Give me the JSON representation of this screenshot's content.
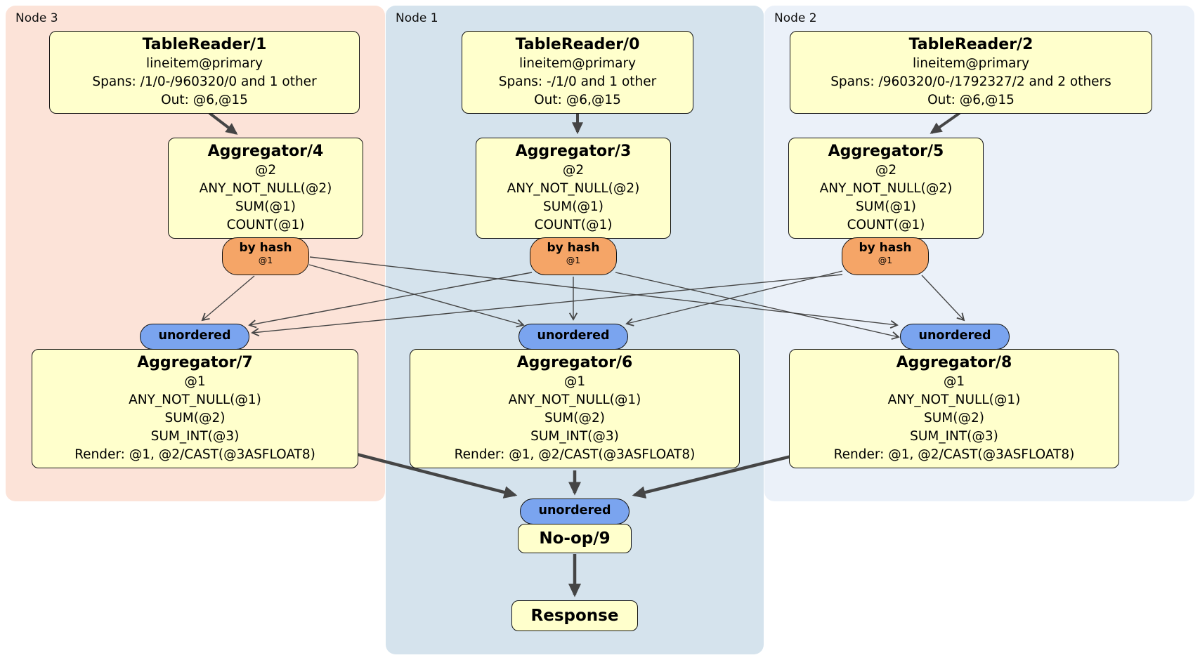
{
  "colors": {
    "node3_bg": "#fce3d8",
    "node1_bg": "#d5e3ed",
    "node2_bg": "#ebf1f9",
    "processor_fill": "#ffffcc",
    "router_fill": "#f5a567",
    "stream_fill": "#7aa4ef",
    "edge_color": "#454545"
  },
  "regions": [
    {
      "label": "Node 3"
    },
    {
      "label": "Node 1"
    },
    {
      "label": "Node 2"
    }
  ],
  "node3": {
    "table_reader": {
      "title": "TableReader/1",
      "index": "lineitem@primary",
      "spans": "Spans: /1/0-/960320/0 and 1 other",
      "out": "Out: @6,@15"
    },
    "aggregator_top": {
      "title": "Aggregator/4",
      "lines": [
        "@2",
        "ANY_NOT_NULL(@2)",
        "SUM(@1)",
        "COUNT(@1)"
      ]
    },
    "router": {
      "label": "by hash",
      "key": "@1"
    },
    "stream": {
      "label": "unordered"
    },
    "aggregator_bottom": {
      "title": "Aggregator/7",
      "lines": [
        "@1",
        "ANY_NOT_NULL(@1)",
        "SUM(@2)",
        "SUM_INT(@3)",
        "Render: @1, @2/CAST(@3ASFLOAT8)"
      ]
    }
  },
  "node1": {
    "table_reader": {
      "title": "TableReader/0",
      "index": "lineitem@primary",
      "spans": "Spans: -/1/0 and 1 other",
      "out": "Out: @6,@15"
    },
    "aggregator_top": {
      "title": "Aggregator/3",
      "lines": [
        "@2",
        "ANY_NOT_NULL(@2)",
        "SUM(@1)",
        "COUNT(@1)"
      ]
    },
    "router": {
      "label": "by hash",
      "key": "@1"
    },
    "stream": {
      "label": "unordered"
    },
    "aggregator_bottom": {
      "title": "Aggregator/6",
      "lines": [
        "@1",
        "ANY_NOT_NULL(@1)",
        "SUM(@2)",
        "SUM_INT(@3)",
        "Render: @1, @2/CAST(@3ASFLOAT8)"
      ]
    }
  },
  "node2": {
    "table_reader": {
      "title": "TableReader/2",
      "index": "lineitem@primary",
      "spans": "Spans: /960320/0-/1792327/2 and 2 others",
      "out": "Out: @6,@15"
    },
    "aggregator_top": {
      "title": "Aggregator/5",
      "lines": [
        "@2",
        "ANY_NOT_NULL(@2)",
        "SUM(@1)",
        "COUNT(@1)"
      ]
    },
    "router": {
      "label": "by hash",
      "key": "@1"
    },
    "stream": {
      "label": "unordered"
    },
    "aggregator_bottom": {
      "title": "Aggregator/8",
      "lines": [
        "@1",
        "ANY_NOT_NULL(@1)",
        "SUM(@2)",
        "SUM_INT(@3)",
        "Render: @1, @2/CAST(@3ASFLOAT8)"
      ]
    }
  },
  "sink": {
    "stream": {
      "label": "unordered"
    },
    "noop": {
      "title": "No-op/9"
    },
    "response": {
      "title": "Response"
    }
  }
}
